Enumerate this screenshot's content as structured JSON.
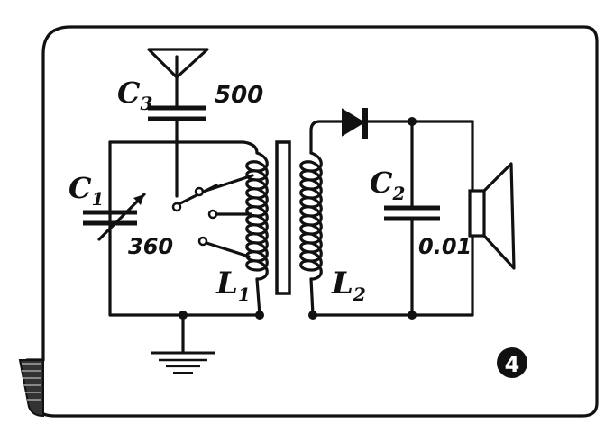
{
  "figure_number": "4",
  "components": {
    "c3": {
      "symbol": "C",
      "sub": "3",
      "value": "500"
    },
    "c1": {
      "symbol": "C",
      "sub": "1",
      "value": "360"
    },
    "c2": {
      "symbol": "C",
      "sub": "2",
      "value": "0.01"
    },
    "l1": {
      "symbol": "L",
      "sub": "1"
    },
    "l2": {
      "symbol": "L",
      "sub": "2"
    }
  }
}
